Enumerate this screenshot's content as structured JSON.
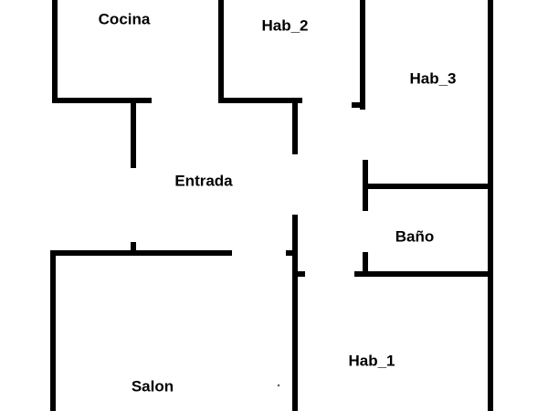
{
  "plan": {
    "colors": {
      "wall": "#000000",
      "background": "#ffffff",
      "label": "#000000"
    },
    "rooms": {
      "cocina": "Cocina",
      "hab_2": "Hab_2",
      "hab_3": "Hab_3",
      "entrada": "Entrada",
      "bano": "Baño",
      "hab_1": "Hab_1",
      "salon": "Salon"
    }
  }
}
